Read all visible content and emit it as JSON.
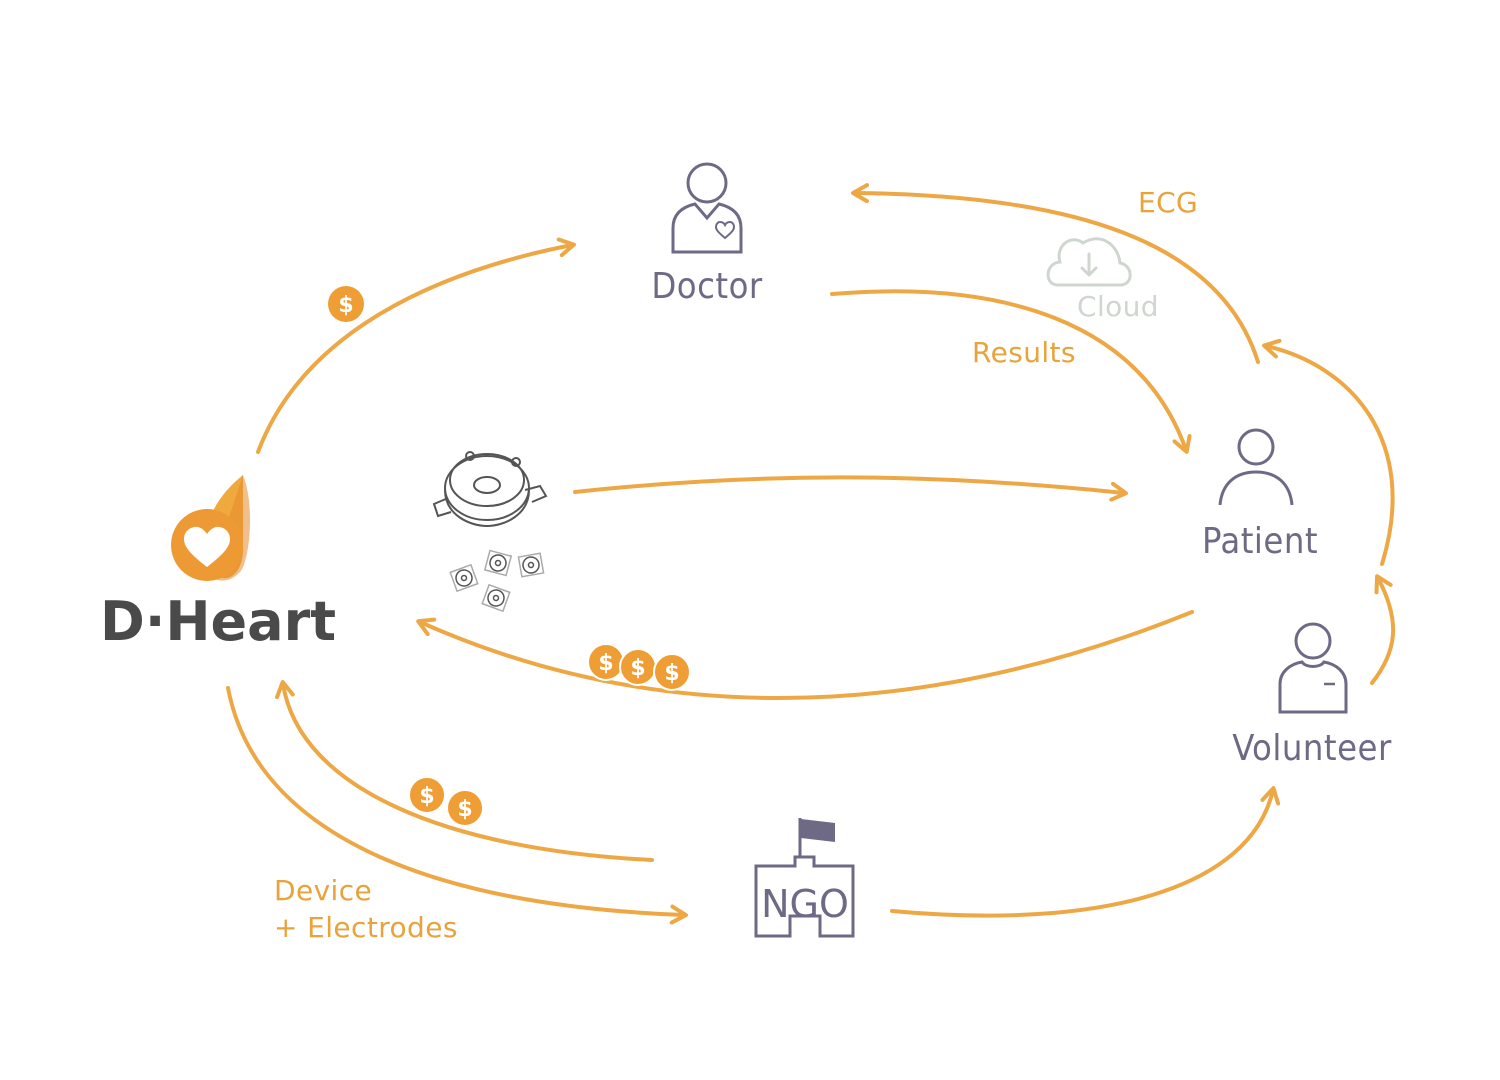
{
  "colors": {
    "accent": "#e8a33a",
    "arrow": "#eda845",
    "node": "#6e6a86",
    "cloud": "#cfd6cf",
    "brand_text": "#4a4a4a",
    "logo_light": "#f0a93c",
    "logo_dark": "#e38a2b"
  },
  "brand": {
    "name": "D·Heart",
    "icon": "heart-drop-logo"
  },
  "nodes": {
    "doctor": {
      "label": "Doctor",
      "icon": "doctor-icon"
    },
    "patient": {
      "label": "Patient",
      "icon": "person-icon"
    },
    "volunteer": {
      "label": "Volunteer",
      "icon": "volunteer-icon"
    },
    "ngo": {
      "label": "NGO",
      "icon": "ngo-building-flag-icon"
    },
    "cloud": {
      "label": "Cloud",
      "icon": "cloud-download-icon"
    },
    "device": {
      "icon": "ecg-device-icon"
    }
  },
  "flows": {
    "ecg": "ECG",
    "results": "Results",
    "device_line1": "Device",
    "device_line2": "+ Electrodes"
  },
  "coins": {
    "symbol": "$"
  }
}
